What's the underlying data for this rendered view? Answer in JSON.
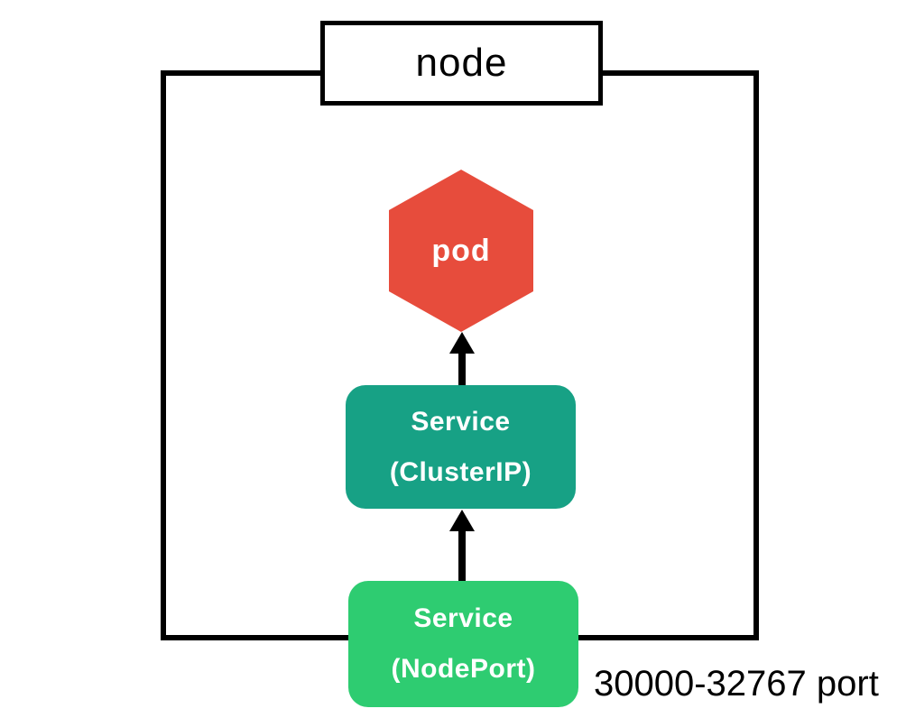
{
  "diagram": {
    "node": {
      "label": "node"
    },
    "pod": {
      "label": "pod",
      "color": "#E74C3C",
      "text_color": "#FFFFFF"
    },
    "service_clusterip": {
      "line1": "Service",
      "line2": "(ClusterIP)",
      "color": "#17A185",
      "text_color": "#FFFFFF"
    },
    "service_nodeport": {
      "line1": "Service",
      "line2": "(NodePort)",
      "color": "#2ECC71",
      "text_color": "#FFFFFF"
    },
    "port_range": {
      "label": "30000-32767 port"
    },
    "colors": {
      "border": "#000000",
      "arrow": "#000000",
      "background": "#FFFFFF"
    }
  }
}
